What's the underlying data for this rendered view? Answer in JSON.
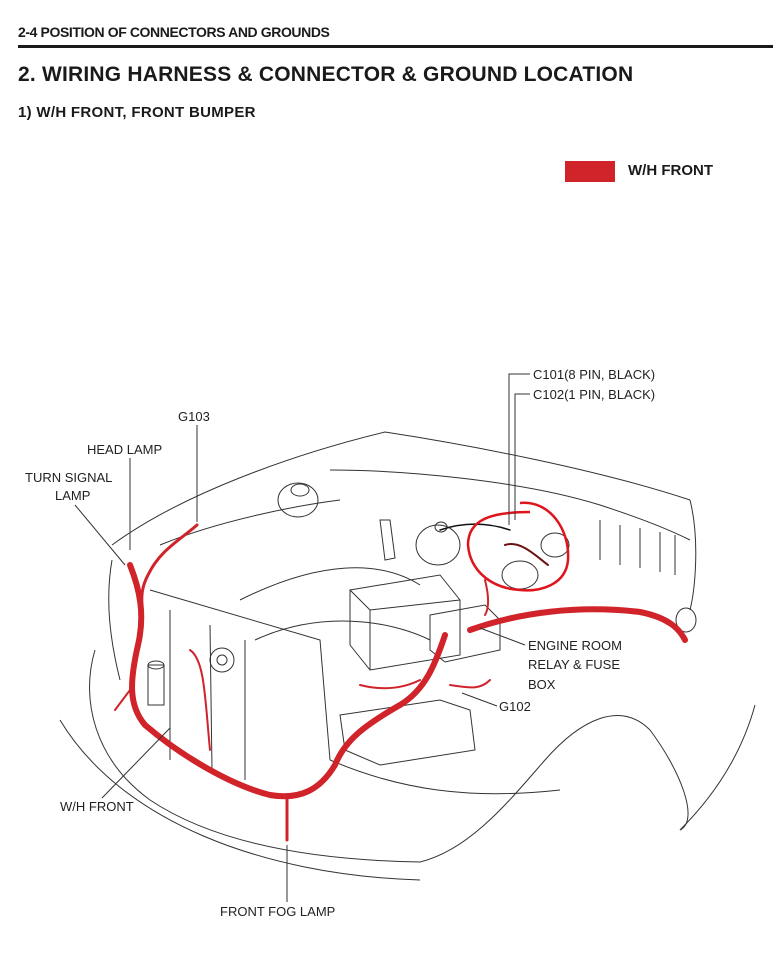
{
  "header": {
    "section": "2-4 POSITION OF CONNECTORS AND GROUNDS",
    "title": "2. WIRING HARNESS & CONNECTOR & GROUND LOCATION",
    "subtitle": "1)  W/H FRONT, FRONT BUMPER"
  },
  "legend": {
    "label": "W/H FRONT",
    "color": "#d0232a"
  },
  "callouts": {
    "c101": "C101(8 PIN, BLACK)",
    "c102": "C102(1 PIN, BLACK)",
    "g103": "G103",
    "head_lamp": "HEAD LAMP",
    "turn_signal_1": "TURN SIGNAL",
    "turn_signal_2": "LAMP",
    "engine_room_1": "ENGINE ROOM",
    "engine_room_2": "RELAY & FUSE",
    "engine_room_3": "BOX",
    "g102": "G102",
    "wh_front": "W/H FRONT",
    "front_fog_lamp": "FRONT FOG LAMP"
  },
  "colors": {
    "harness": "#d0232a",
    "annotation_circle": "#e0141c",
    "line": "#333333"
  }
}
